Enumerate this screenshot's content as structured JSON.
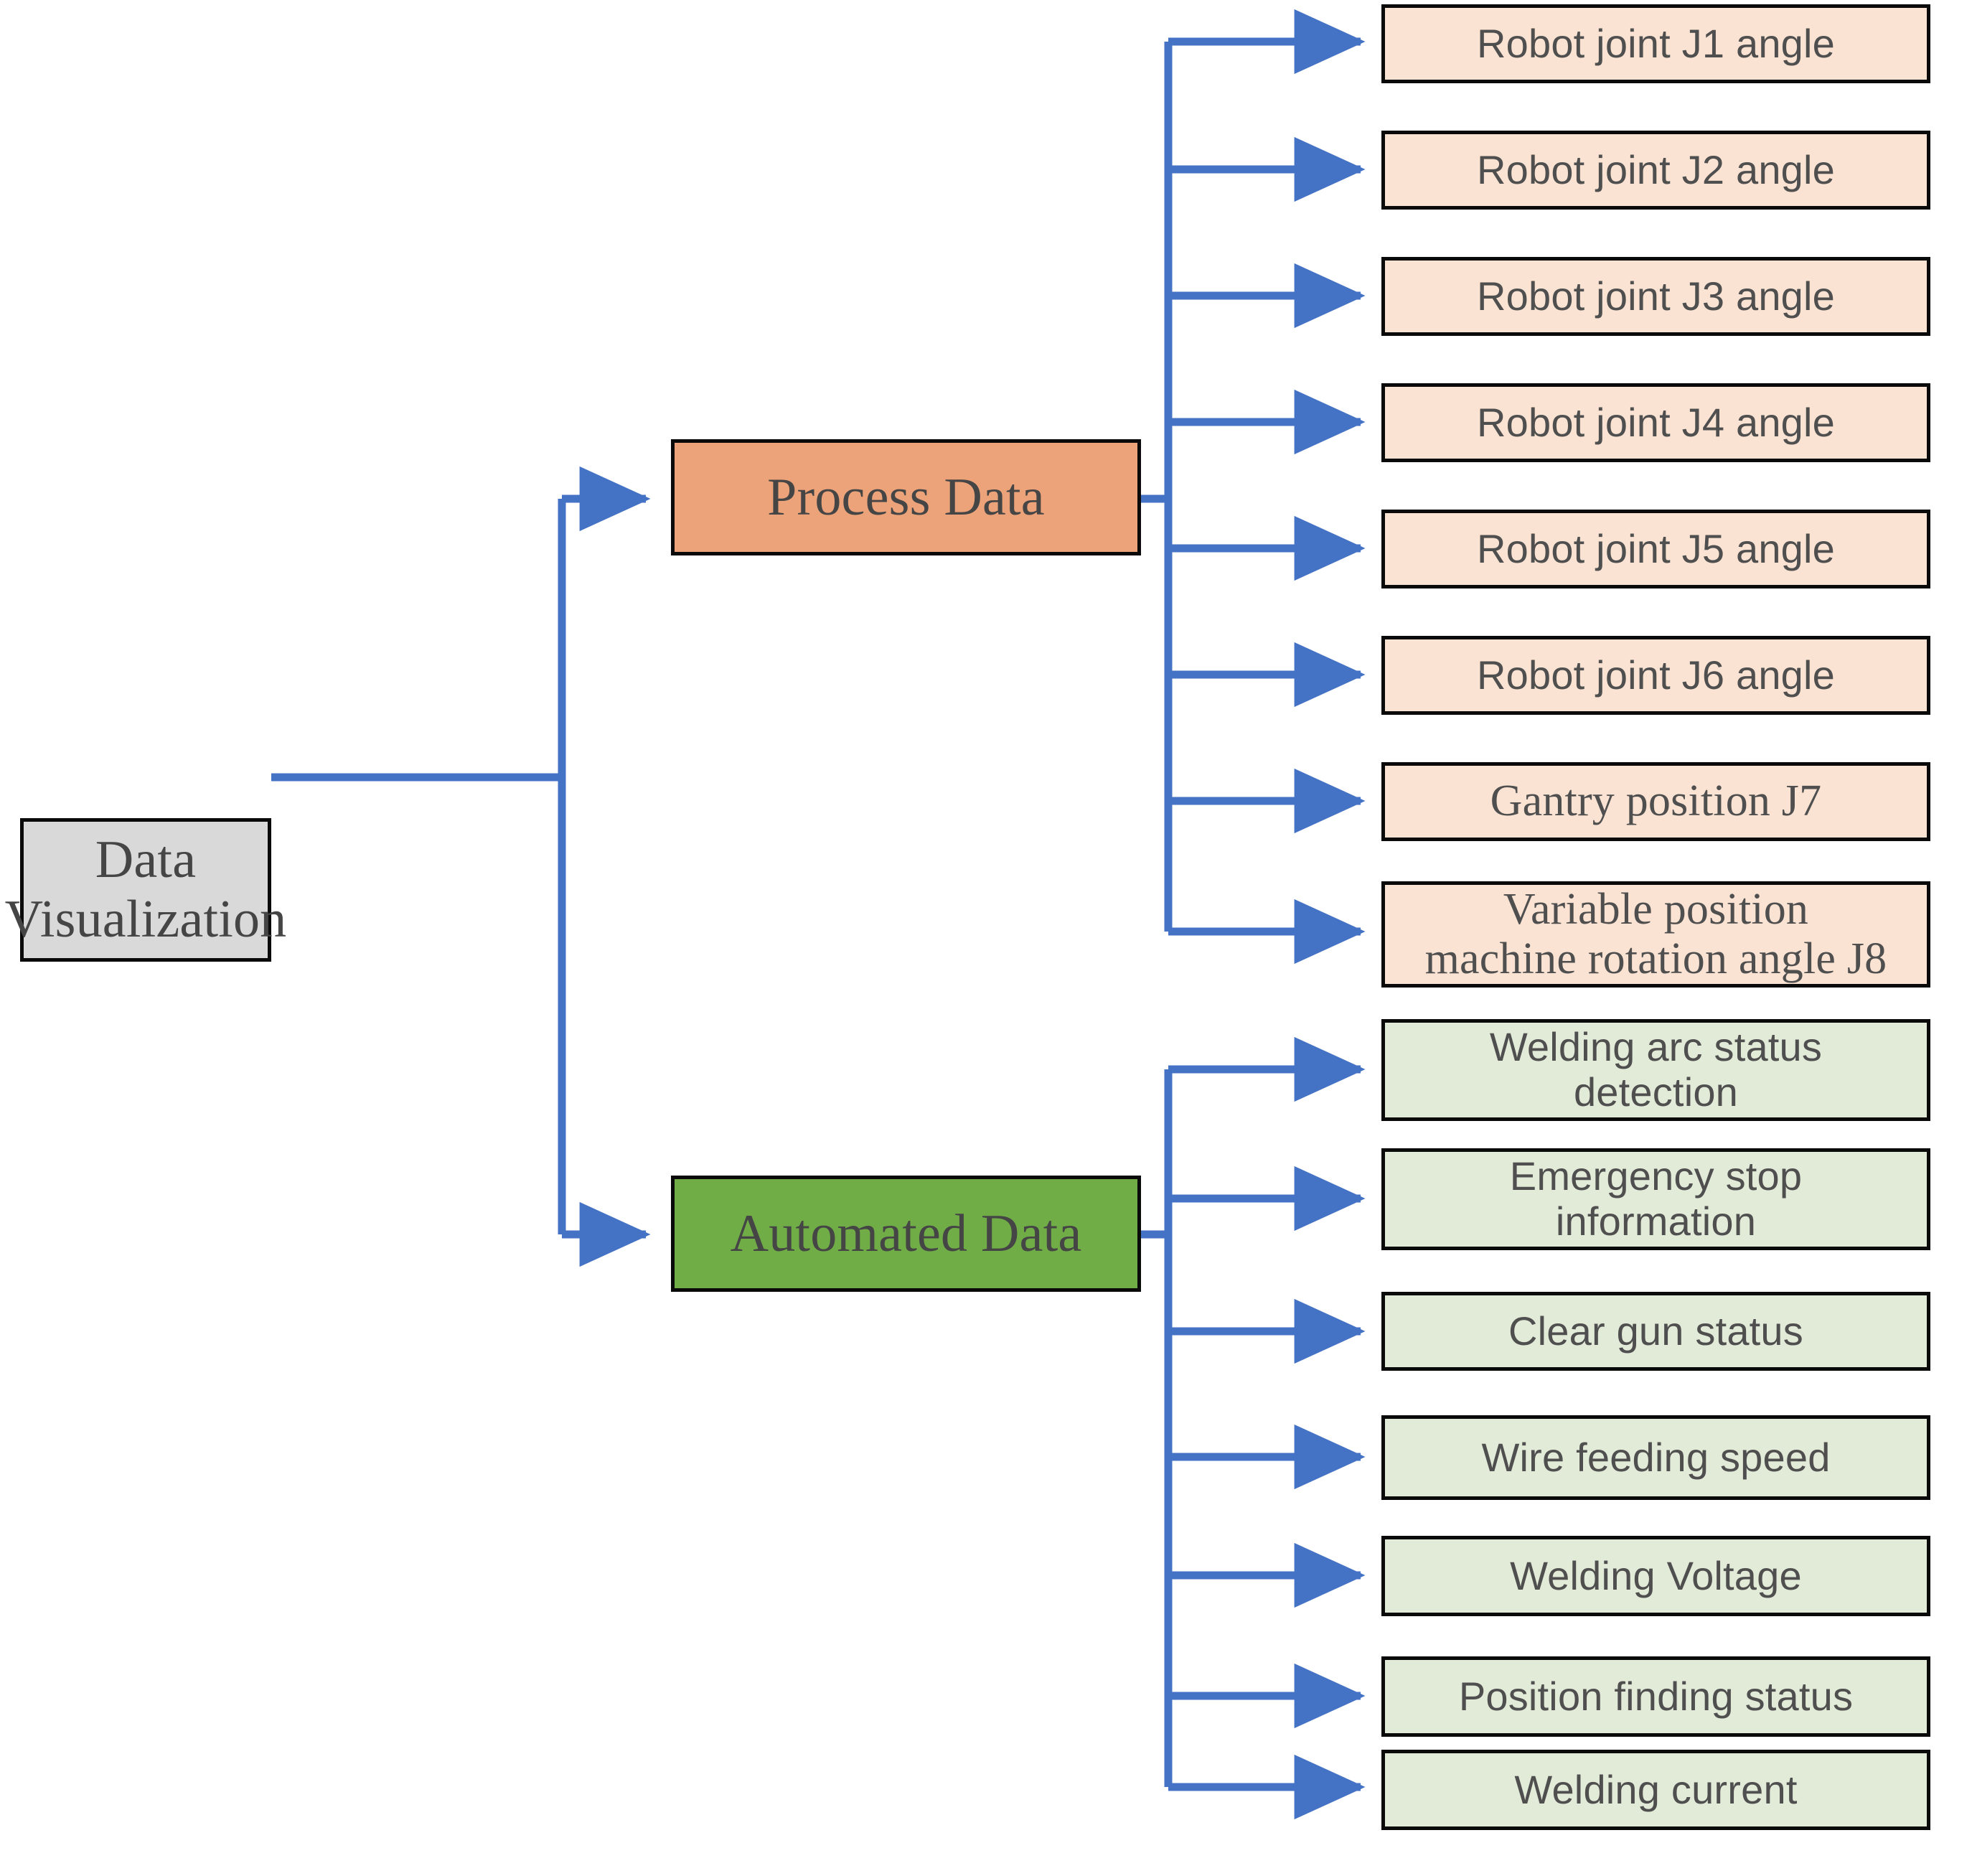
{
  "diagram": {
    "title": "Data Visualization hierarchy",
    "colors": {
      "root_fill": "#D9D9D9",
      "process_fill": "#ECA37A",
      "automated_fill": "#70AD47",
      "process_leaf_fill": "#FAE3D3",
      "automated_leaf_fill": "#E2EAD8",
      "border": "#0A0A0A",
      "connector": "#4472C4",
      "text": "#454545"
    },
    "root": {
      "label": "Data\nVisualization"
    },
    "categories": [
      {
        "id": "process",
        "label": "Process Data"
      },
      {
        "id": "automated",
        "label": "Automated Data"
      }
    ],
    "process_items": [
      {
        "label": "Robot joint J1 angle"
      },
      {
        "label": "Robot joint J2 angle"
      },
      {
        "label": "Robot joint J3 angle"
      },
      {
        "label": "Robot joint J4 angle"
      },
      {
        "label": "Robot joint J5 angle"
      },
      {
        "label": "Robot joint J6 angle"
      },
      {
        "label": "Gantry position J7"
      },
      {
        "label": "Variable position\nmachine rotation angle J8"
      }
    ],
    "automated_items": [
      {
        "label": "Welding arc status\ndetection"
      },
      {
        "label": "Emergency stop\ninformation"
      },
      {
        "label": "Clear gun status"
      },
      {
        "label": "Wire feeding speed"
      },
      {
        "label": "Welding Voltage"
      },
      {
        "label": "Position finding status"
      },
      {
        "label": "Welding current"
      }
    ]
  }
}
